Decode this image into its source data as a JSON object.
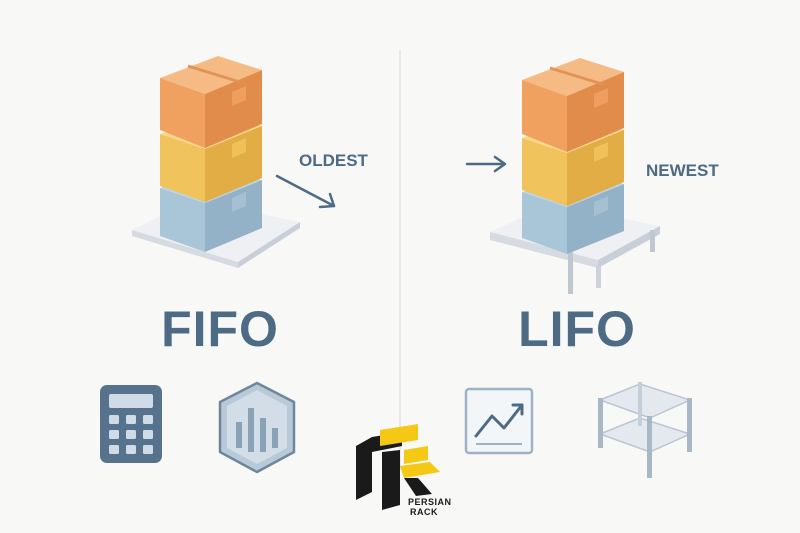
{
  "fifo": {
    "title": "FIFO",
    "label": "OLDEST"
  },
  "lifo": {
    "title": "LIFO",
    "label": "NEWEST"
  },
  "logo": {
    "line1": "PERSIAN",
    "line2": "RACK"
  },
  "colors": {
    "box_orange": "#f0a05f",
    "box_yellow": "#f1c35c",
    "box_blue": "#a9c6d9",
    "text": "#4d6b85",
    "platform": "#e2e6ec",
    "logo_yellow": "#f5c816"
  }
}
